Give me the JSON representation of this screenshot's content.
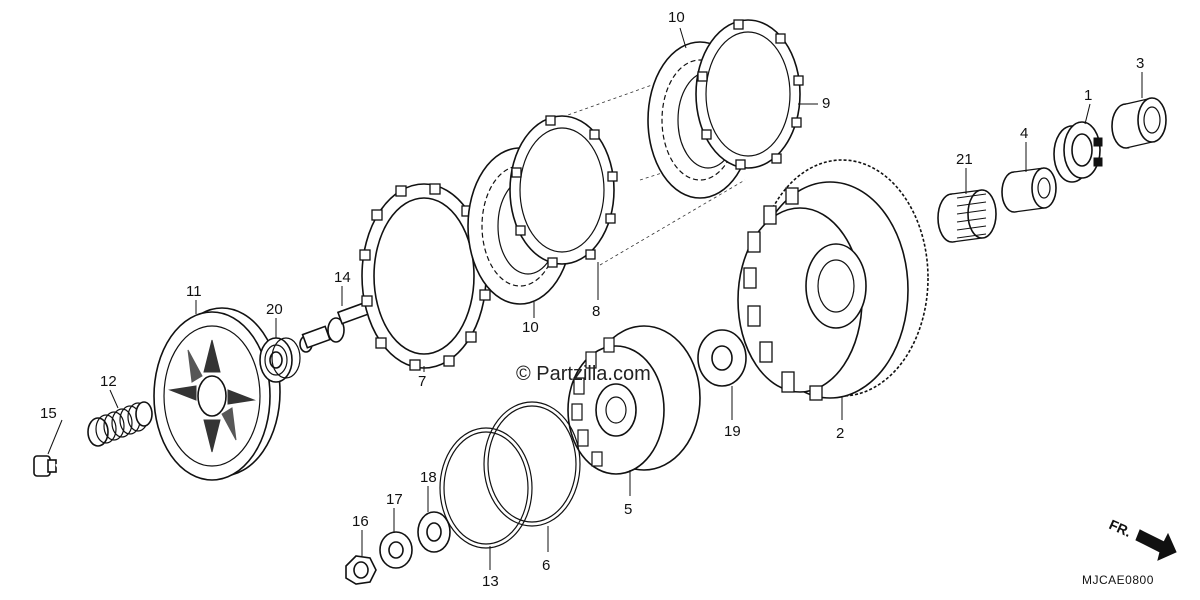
{
  "watermark": "© Partzilla.com",
  "diagram_code": "MJCAE0800",
  "direction_label": "FR.",
  "callouts": {
    "p1": "1",
    "p2": "2",
    "p3": "3",
    "p4": "4",
    "p5": "5",
    "p6": "6",
    "p7": "7",
    "p8": "8",
    "p9": "9",
    "p10a": "10",
    "p10b": "10",
    "p11": "11",
    "p12": "12",
    "p13": "13",
    "p14": "14",
    "p15": "15",
    "p16": "16",
    "p17": "17",
    "p18": "18",
    "p19": "19",
    "p20": "20",
    "p21": "21"
  }
}
